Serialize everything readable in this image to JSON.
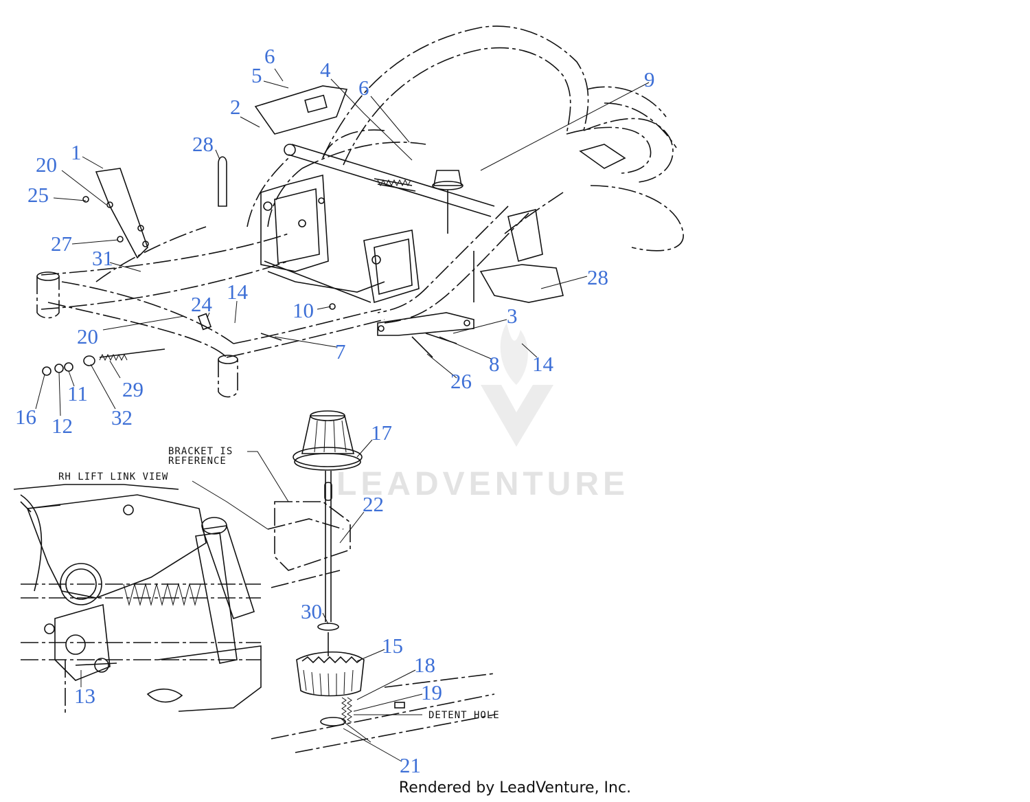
{
  "callouts": {
    "c1": "1",
    "c2": "2",
    "c3": "3",
    "c4": "4",
    "c5": "5",
    "c6a": "6",
    "c6b": "6",
    "c7": "7",
    "c8": "8",
    "c9": "9",
    "c10": "10",
    "c11": "11",
    "c12": "12",
    "c13": "13",
    "c14a": "14",
    "c14b": "14",
    "c15": "15",
    "c16": "16",
    "c17": "17",
    "c18": "18",
    "c19": "19",
    "c20a": "20",
    "c20b": "20",
    "c21": "21",
    "c22": "22",
    "c24": "24",
    "c25": "25",
    "c26": "26",
    "c27": "27",
    "c28a": "28",
    "c28b": "28",
    "c29": "29",
    "c30": "30",
    "c31": "31",
    "c32": "32"
  },
  "notes": {
    "bracket_line1": "BRACKET IS",
    "bracket_line2": "REFERENCE",
    "rh_lift_link": "RH LIFT LINK VIEW",
    "detent_hole": "DETENT HOLE"
  },
  "watermark": {
    "text": "LEADVENTURE"
  },
  "footer": {
    "text": "Rendered by LeadVenture, Inc."
  },
  "colors": {
    "callout": "#3d6fd6",
    "line": "#111111",
    "watermark": "#e3e3e3"
  }
}
